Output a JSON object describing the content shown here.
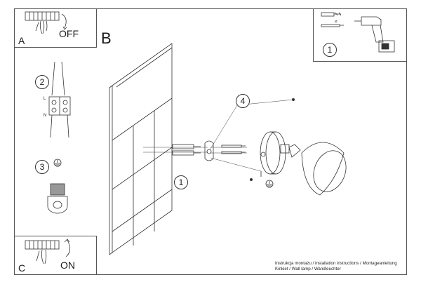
{
  "panels": {
    "a": {
      "letter": "A",
      "action": "OFF"
    },
    "b": {
      "letter": "B"
    },
    "c": {
      "letter": "C",
      "action": "ON"
    }
  },
  "steps": {
    "s1_tools": "1",
    "s2_wiring": "2",
    "s3_ground": "3",
    "s4_screws": "4",
    "s1_plug": "1"
  },
  "wiring_labels": {
    "l": "L",
    "n": "N"
  },
  "caption": {
    "line1": "Instrukcja montażu / installation instructions / Montageanleitung",
    "line2": "Kinkiet / Wall lamp / Wandleuchter"
  }
}
